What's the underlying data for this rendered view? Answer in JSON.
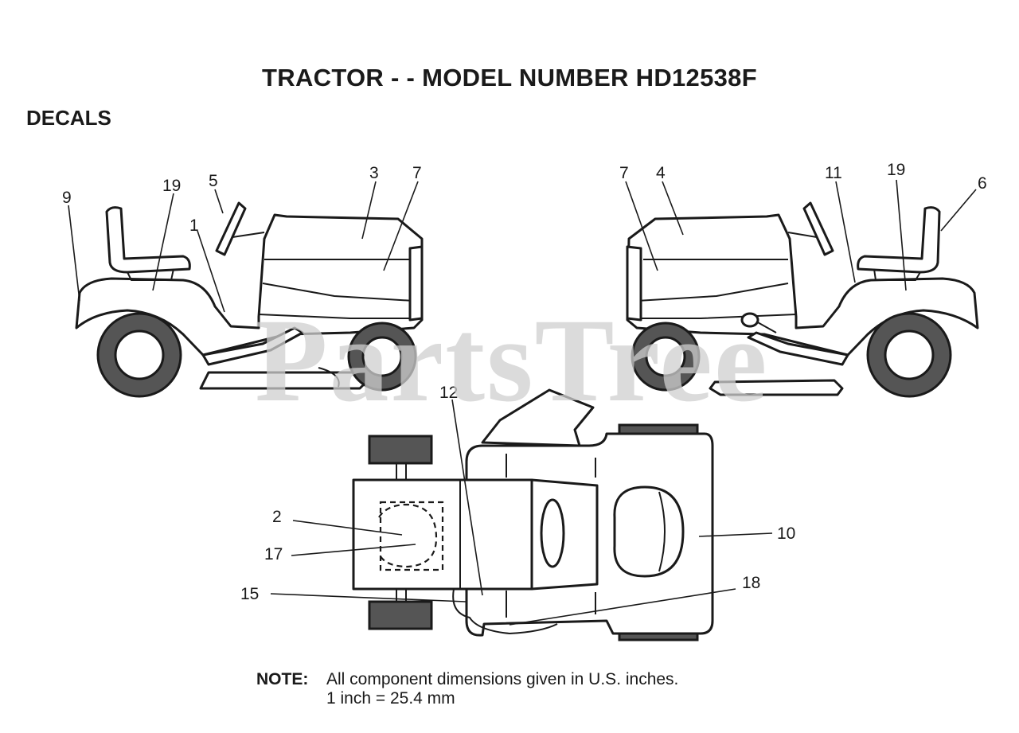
{
  "title": "TRACTOR - - MODEL NUMBER HD12538F",
  "section": "DECALS",
  "watermark": "PartsTree",
  "note": {
    "label": "NOTE:",
    "line1": "All component dimensions given in U.S. inches.",
    "line2": "1 inch = 25.4 mm"
  },
  "callouts": {
    "c1": "1",
    "c2": "2",
    "c3": "3",
    "c4": "4",
    "c5": "5",
    "c6": "6",
    "c7_left": "7",
    "c7_right": "7",
    "c9": "9",
    "c10": "10",
    "c11": "11",
    "c12": "12",
    "c15": "15",
    "c17": "17",
    "c18": "18",
    "c19_left": "19",
    "c19_right": "19"
  },
  "colors": {
    "ink": "#1a1a1a",
    "tire": "#555555",
    "watermark": "#cfcfcf"
  }
}
